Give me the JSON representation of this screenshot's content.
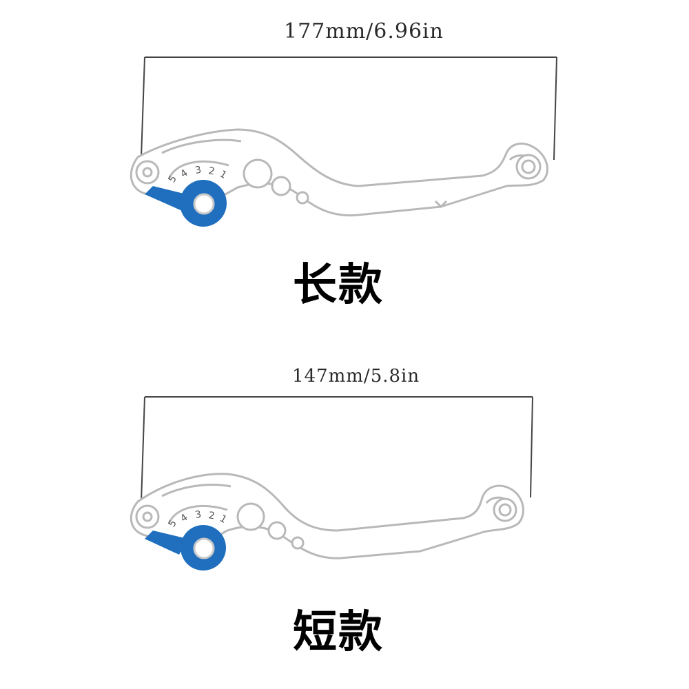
{
  "variants": [
    {
      "dimension": "177mm/6.96in",
      "label": "长款",
      "scale_numbers": [
        "5",
        "4",
        "3",
        "2",
        "1"
      ]
    },
    {
      "dimension": "147mm/5.8in",
      "label": "短款",
      "scale_numbers": [
        "5",
        "4",
        "3",
        "2",
        "1"
      ]
    }
  ],
  "colors": {
    "accent": "#1f6fbe",
    "outline": "#b8b8b8",
    "frame": "#444444",
    "text": "#000000"
  },
  "icons": {
    "lever": "brake-lever-outline",
    "adjuster": "adjuster-knob"
  }
}
